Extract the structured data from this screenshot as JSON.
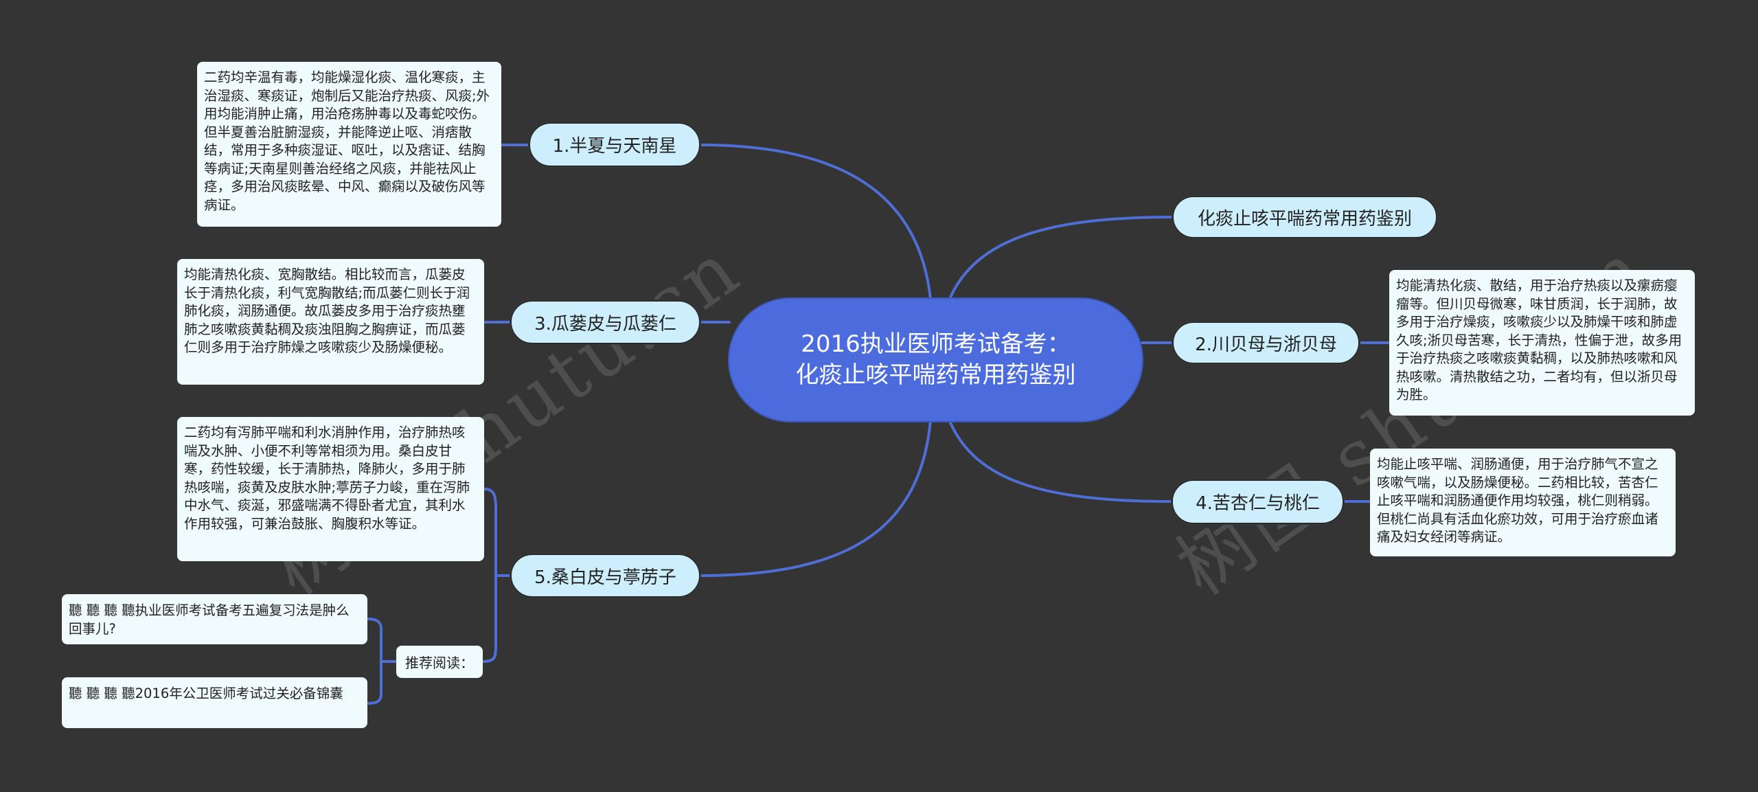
{
  "central": {
    "title": "2016执业医师考试备考：化痰止咳平喘药常用药鉴别"
  },
  "branches": [
    {
      "id": "b1",
      "label": "1.半夏与天南星",
      "detail": "二药均辛温有毒，均能燥湿化痰、温化寒痰，主治湿痰、寒痰证，炮制后又能治疗热痰、风痰;外用均能消肿止痛，用治疮疡肿毒以及毒蛇咬伤。但半夏善治脏腑湿痰，并能降逆止呕、消痞散结，常用于多种痰湿证、呕吐，以及痞证、结胸等病证;天南星则善治经络之风痰，并能祛风止痉，多用治风痰眩晕、中风、癫痫以及破伤风等病证。"
    },
    {
      "id": "b3",
      "label": "3.瓜蒌皮与瓜蒌仁",
      "detail": "均能清热化痰、宽胸散结。相比较而言，瓜蒌皮长于清热化痰，利气宽胸散结;而瓜蒌仁则长于润肺化痰，润肠通便。故瓜蒌皮多用于治疗痰热壅肺之咳嗽痰黄黏稠及痰浊阻胸之胸痹证，而瓜蒌仁则多用于治疗肺燥之咳嗽痰少及肠燥便秘。"
    },
    {
      "id": "b5",
      "label": "5.桑白皮与葶苈子",
      "detail": "二药均有泻肺平喘和利水消肿作用，治疗肺热咳喘及水肿、小便不利等常相须为用。桑白皮甘寒，药性较缓，长于清肺热，降肺火，多用于肺热咳喘，痰黄及皮肤水肿;葶苈子力峻，重在泻肺中水气、痰涎，邪盛喘满不得卧者尤宜，其利水作用较强，可兼治鼓胀、胸腹积水等证。",
      "recommend": {
        "label": "推荐阅读：",
        "items": [
          "聽 聽 聽 聽执业医师考试备考五遍复习法是肿么回事儿?",
          "聽 聽 聽 聽2016年公卫医师考试过关必备锦囊"
        ]
      }
    },
    {
      "id": "b0",
      "label": "化痰止咳平喘药常用药鉴别"
    },
    {
      "id": "b2",
      "label": "2.川贝母与浙贝母",
      "detail": "均能清热化痰、散结，用于治疗热痰以及瘰疬瘿瘤等。但川贝母微寒，味甘质润，长于润肺，故多用于治疗燥痰，咳嗽痰少以及肺燥干咳和肺虚久咳;浙贝母苦寒，长于清热，性偏于泄，故多用于治疗热痰之咳嗽痰黄黏稠，以及肺热咳嗽和风热咳嗽。清热散结之功，二者均有，但以浙贝母为胜。"
    },
    {
      "id": "b4",
      "label": "4.苦杏仁与桃仁",
      "detail": "均能止咳平喘、润肠通便，用于治疗肺气不宣之咳嗽气喘，以及肠燥便秘。二药相比较，苦杏仁止咳平喘和润肠通便作用均较强，桃仁则稍弱。但桃仁尚具有活血化瘀功效，可用于治疗瘀血诸痛及妇女经闭等病证。"
    }
  ],
  "watermark": "树图 shutu.cn",
  "colors": {
    "background": "#353435",
    "central_fill": "#4c6cde",
    "branch_fill": "#cdeefc",
    "detail_fill": "#f0fbfe",
    "link": "#4f6fd6"
  }
}
